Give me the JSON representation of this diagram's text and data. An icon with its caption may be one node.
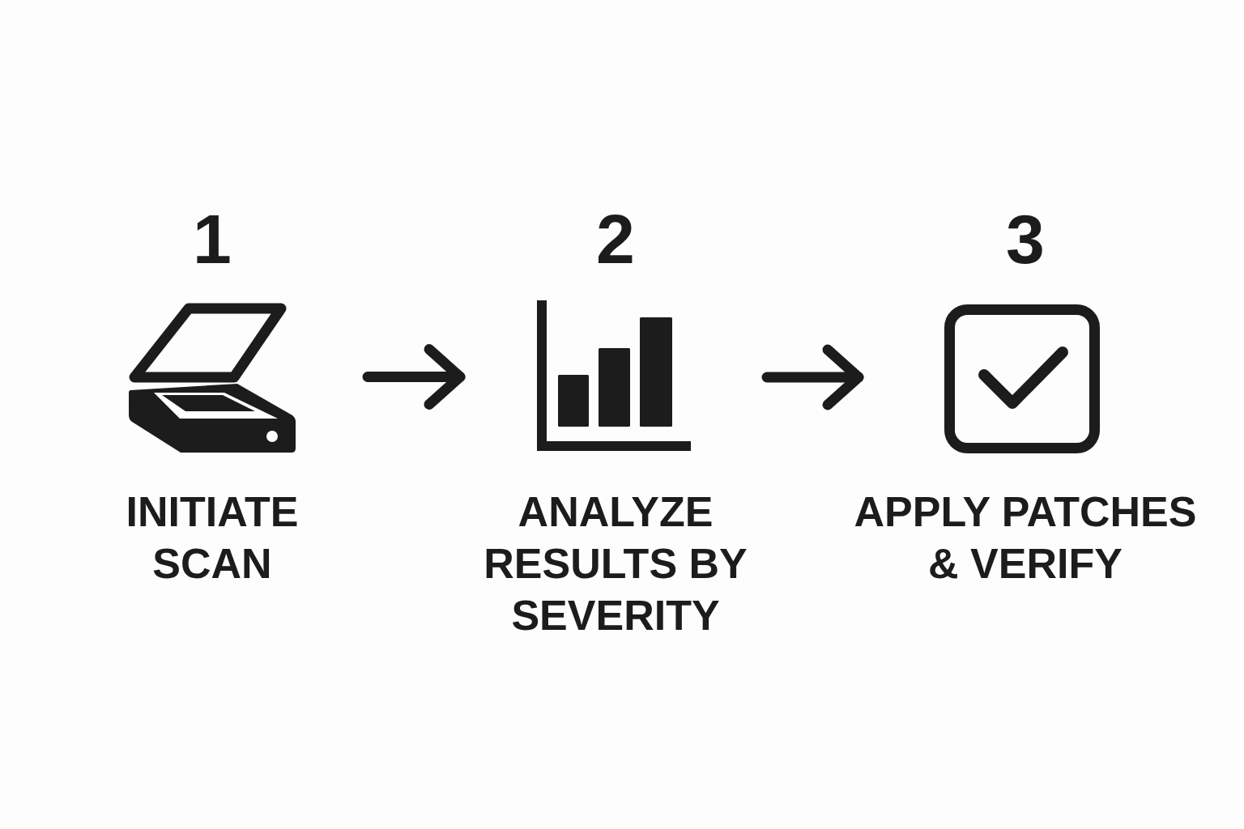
{
  "diagram": {
    "nodes": [
      {
        "text": [],
        "shape": "picture",
        "beside": [
          "1",
          "INITIATE SCAN"
        ]
      },
      {
        "text": [],
        "shape": "picture",
        "beside": [
          "2",
          "ANALYZE RESULTS BY SEVERITY"
        ]
      },
      {
        "text": [],
        "shape": "picture",
        "beside": [
          "3",
          "APPLY PATCHES & VERIFY"
        ]
      }
    ],
    "edges": [
      {
        "from": 0,
        "to": 1,
        "arrow": "to"
      },
      {
        "from": 1,
        "to": 2,
        "arrow": "to"
      }
    ]
  }
}
